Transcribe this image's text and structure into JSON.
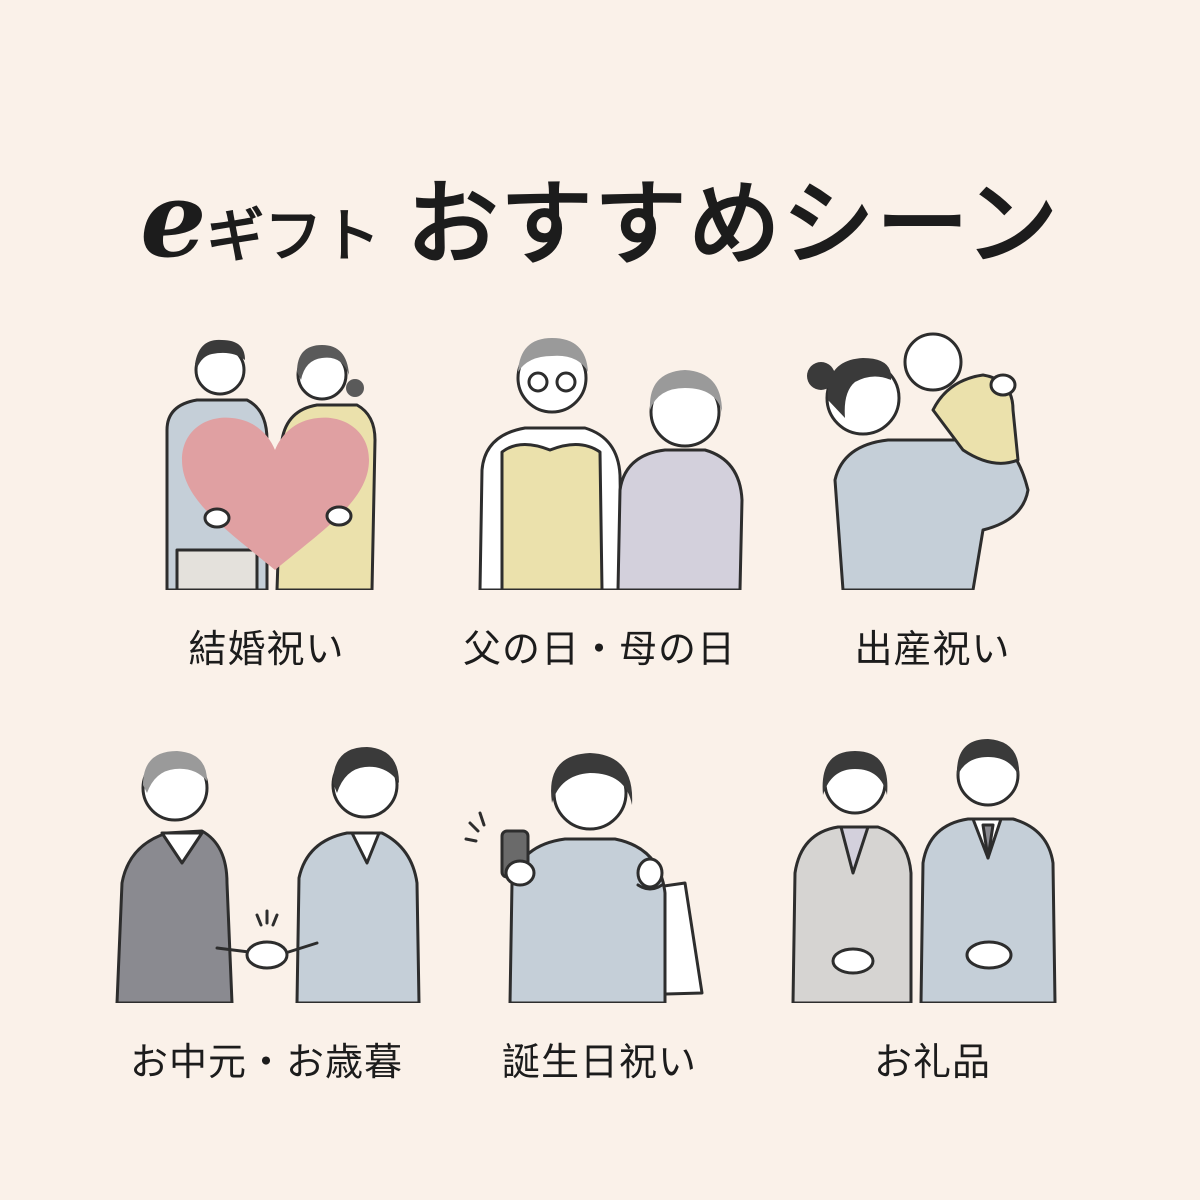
{
  "title": {
    "prefix_e": "e",
    "prefix_gift": "ギフト",
    "main": "おすすめシーン"
  },
  "scenes": [
    {
      "label": "結婚祝い",
      "icon": "couple-heart-illustration"
    },
    {
      "label": "父の日・母の日",
      "icon": "elderly-couple-illustration"
    },
    {
      "label": "出産祝い",
      "icon": "mother-baby-illustration"
    },
    {
      "label": "お中元・お歳暮",
      "icon": "business-handshake-illustration"
    },
    {
      "label": "誕生日祝い",
      "icon": "woman-smartphone-illustration"
    },
    {
      "label": "お礼品",
      "icon": "bowing-couple-illustration"
    }
  ],
  "colors": {
    "background": "#faf1e9",
    "heart": "#e0a0a2",
    "yellow": "#ebe1ac",
    "lavender": "#d3d0dc",
    "blue_gray": "#c5cfd8",
    "dark_gray": "#8a8a90",
    "hair": "#3a3a3a"
  }
}
